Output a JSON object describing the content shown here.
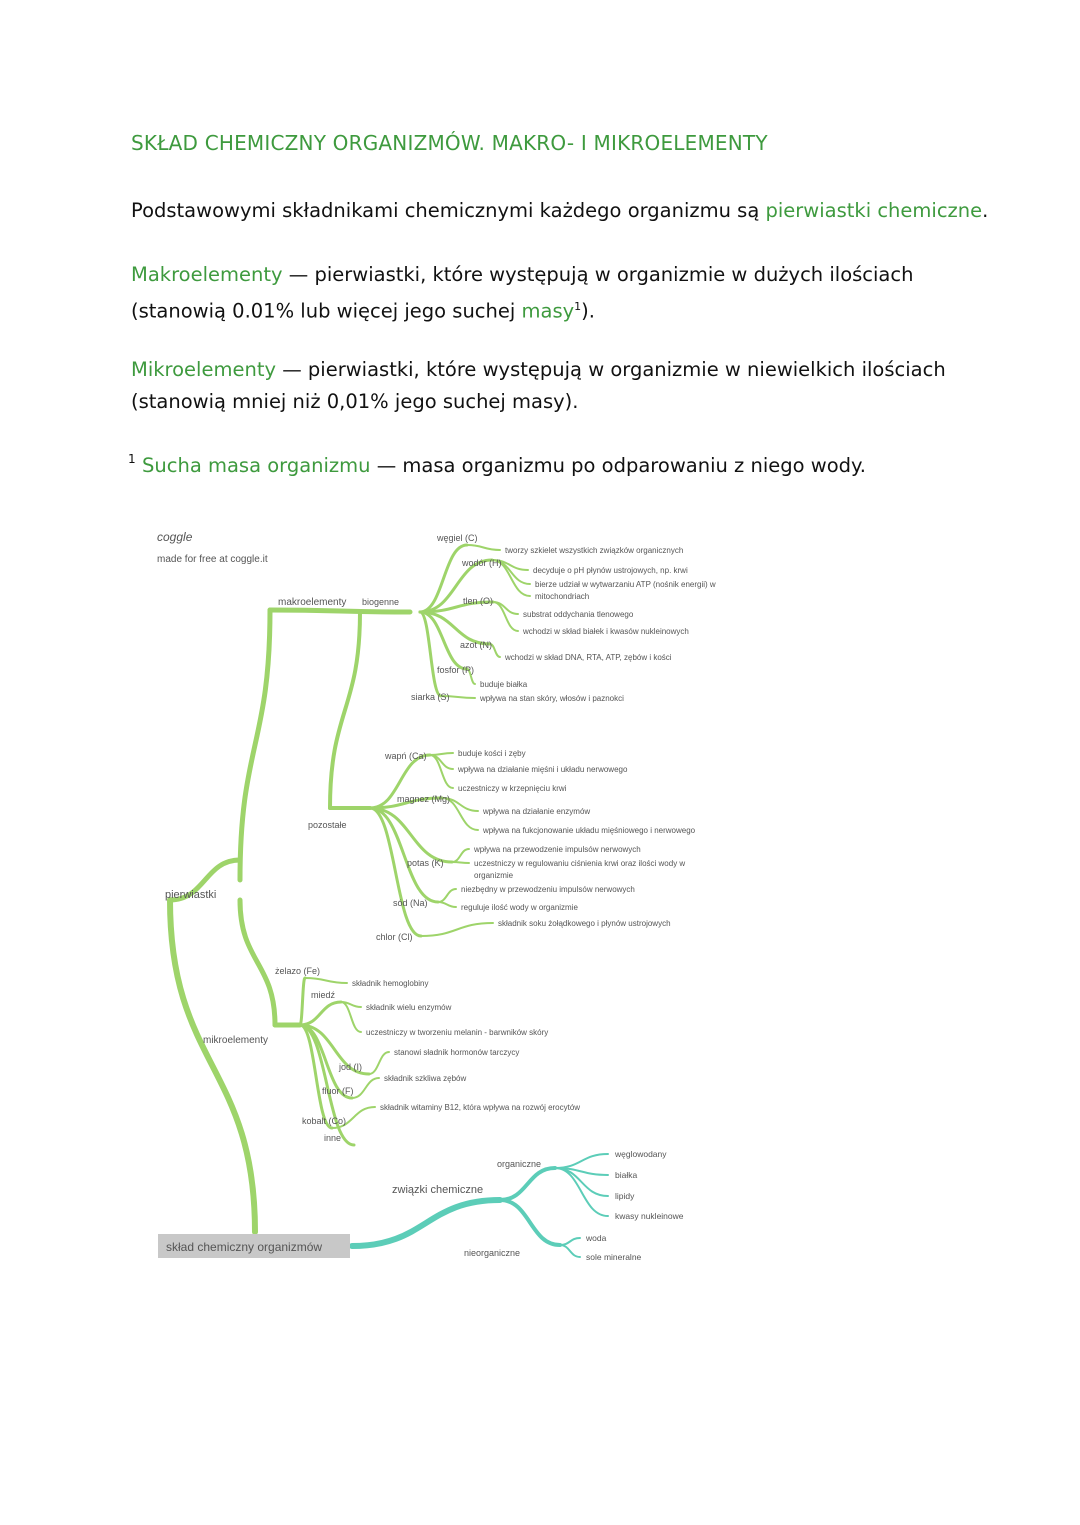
{
  "title": "SKŁAD CHEMICZNY ORGANIZMÓW. MAKRO- I MIKROELEMENTY",
  "intro": {
    "text_before": "Podstawowymi składnikami chemicznymi każdego organizmu są ",
    "highlight": "pierwiastki chemiczne",
    "text_after": "."
  },
  "makro": {
    "term": "Makroelementy",
    "line1": " — pierwiastki, które występują w organizmie w dużych ilościach",
    "line2_before": "(stanowią 0.01% lub więcej jego suchej ",
    "line2_highlight": "masy",
    "footnote_ref": "1",
    "line2_after": ")."
  },
  "mikro": {
    "term": "Mikroelementy",
    "line1": " — pierwiastki, które występują w organizmie w niewielkich ilościach",
    "line2": "(stanowią mniej niż 0,01% jego suchej masy)."
  },
  "footnote": {
    "number": "1",
    "term": "Sucha masa organizmu",
    "text": " — masa organizmu po odparowaniu z niego wody."
  },
  "mindmap": {
    "watermark": "coggle",
    "watermark_sub": "made for free at coggle.it",
    "root": "skład chemiczny organizmów",
    "colors": {
      "green": "#9ed46a",
      "teal": "#5ccdb8"
    },
    "labels": {
      "pierwiastki": "pierwiastki",
      "makroelementy": "makroelementy",
      "biogenne": "biogenne",
      "pozostale": "pozostałe",
      "mikroelementy": "mikroelementy",
      "zwiazki": "związki chemiczne",
      "organiczne": "organiczne",
      "nieorganiczne": "nieorganiczne"
    },
    "biogenne": [
      {
        "name": "węgiel (C)",
        "notes": [
          "tworzy szkielet wszystkich związków organicznych"
        ]
      },
      {
        "name": "wodór (H)",
        "notes": [
          "decyduje o pH płynów ustrojowych, np. krwi",
          "bierze udział w wytwarzaniu ATP (nośnik energii) w",
          "mitochondriach"
        ]
      },
      {
        "name": "tlen (O)",
        "notes": [
          "substrat oddychania tlenowego",
          "wchodzi w skład białek i kwasów nukleinowych"
        ]
      },
      {
        "name": "azot (N)",
        "notes": [
          "wchodzi w skład DNA, RTA, ATP, zębów i kości"
        ]
      },
      {
        "name": "fosfor (P)",
        "notes": [
          "buduje białka"
        ]
      },
      {
        "name": "siarka (S)",
        "notes": [
          "wpływa na stan skóry, włosów i paznokci"
        ]
      }
    ],
    "pozostale": [
      {
        "name": "wapń (Ca)",
        "notes": [
          "buduje kości i zęby",
          "wpływa na działanie mięśni i układu nerwowego",
          "uczestniczy w krzepnięciu krwi"
        ]
      },
      {
        "name": "magnez (Mg)",
        "notes": [
          "wpływa na działanie enzymów",
          "wpływa na fukcjonowanie układu mięśniowego i nerwowego"
        ]
      },
      {
        "name": "potas (K)",
        "notes": [
          "wpływa na przewodzenie impulsów nerwowych",
          "uczestniczy w regulowaniu ciśnienia krwi oraz ilości wody w",
          "organizmie"
        ]
      },
      {
        "name": "sód (Na)",
        "notes": [
          "niezbędny w przewodzeniu impulsów nerwowych",
          "reguluje ilość wody w organizmie"
        ]
      },
      {
        "name": "chlor (Cl)",
        "notes": [
          "składnik soku żołądkowego i płynów ustrojowych"
        ]
      }
    ],
    "mikro": [
      {
        "name": "żelazo (Fe)",
        "notes": [
          "składnik hemoglobiny"
        ]
      },
      {
        "name": "miedź",
        "notes": [
          "składnik wielu enzymów",
          "uczestniczy w tworzeniu melanin - barwników skóry"
        ]
      },
      {
        "name": "jod (I)",
        "notes": [
          "stanowi sładnik hormonów tarczycy"
        ]
      },
      {
        "name": "fluor (F)",
        "notes": [
          "składnik szkliwa zębów"
        ]
      },
      {
        "name": "kobalt (Co)",
        "notes": [
          "składnik witaminy B12, która wpływa na rozwój erocytów"
        ]
      },
      {
        "name": "inne",
        "notes": []
      }
    ],
    "organiczne": [
      "węglowodany",
      "białka",
      "lipidy",
      "kwasy nukleinowe"
    ],
    "nieorganiczne": [
      "woda",
      "sole mineralne"
    ]
  }
}
